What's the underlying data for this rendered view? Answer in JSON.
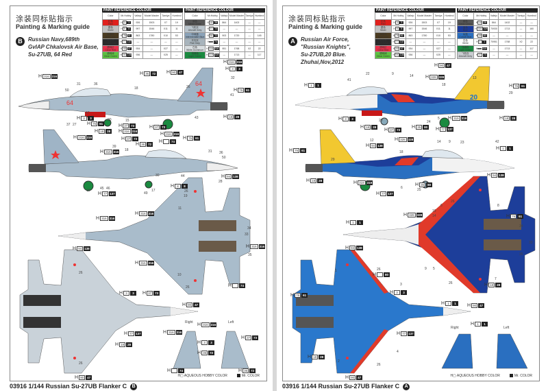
{
  "pages": {
    "B": {
      "title_cn": "涂装同标贴指示",
      "title_en": "Painting & Marking guide",
      "badge": "B",
      "subtitle": "Russian Navy,689th\nGvIAP Chkalovsk Air Base,\nSu-27UB, 64 Red",
      "footer": "03916 1/144 Russian Su-27UB Flanker C",
      "legend_h": "AQUEOUS HOBBY COLOR",
      "legend_mr": "Mr. COLOR",
      "tables": [
        {
          "title": "PAINT REFERENCE COLOUR",
          "headers": [
            "Color",
            "Mr.Hobby",
            "Vallejo",
            "Model Master",
            "Tamiya",
            "Humbrol"
          ],
          "rows": [
            {
              "cn": "红色",
              "name": "Red",
              "swatch": "#e0201c",
              "h": "3",
              "mr": "3",
              "vallejo": "926",
              "mm": "1503",
              "tamiya": "X7",
              "humbrol": "19"
            },
            {
              "cn": "银色",
              "name": "Silver",
              "swatch": "#c0c0c0",
              "h": "8",
              "mr": "8",
              "vallejo": "997",
              "mm": "1546",
              "tamiya": "X11",
              "humbrol": "11"
            },
            {
              "cn": "烧铁色",
              "name": "Burnt Iron",
              "swatch": "#4a3a20",
              "h": "76",
              "mr": "61",
              "vallejo": "863",
              "mm": "1780",
              "tamiya": "X10",
              "humbrol": "53"
            },
            {
              "cn": "轮胎黑",
              "name": "Tire Black",
              "swatch": "#2a2a2a",
              "h": "77",
              "mr": "137",
              "vallejo": "—",
              "mm": "—",
              "tamiya": "—",
              "humbrol": "—"
            },
            {
              "cn": "透明红",
              "name": "Clear Red",
              "swatch": "#e8304a",
              "h": "90",
              "mr": "47",
              "vallejo": "934",
              "mm": "—",
              "tamiya": "X27",
              "humbrol": "—"
            },
            {
              "cn": "透明绿",
              "name": "Clear Green",
              "swatch": "#5cc040",
              "h": "94",
              "mr": "138",
              "vallejo": "936",
              "mm": "—",
              "tamiya": "X25",
              "humbrol": "—"
            }
          ]
        },
        {
          "title": "PAINT REFERENCE COLOUR",
          "headers": [
            "Color",
            "Mr.Hobby",
            "Vallejo",
            "Model Master",
            "Tamiya",
            "Humbrol"
          ],
          "rows": [
            {
              "cn": "钢色",
              "name": "Metal Green",
              "swatch": "#555555",
              "h": "18",
              "mr": "28",
              "vallejo": "864",
              "mm": "1402",
              "tamiya": "—",
              "humbrol": "—"
            },
            {
              "cn": "飞机灰",
              "name": "Aircraft Grey",
              "swatch": "#b9c4cc",
              "h": "37",
              "mr": "73",
              "vallejo": "—",
              "mm": "—",
              "tamiya": "—",
              "humbrol": "—"
            },
            {
              "cn": "中间蓝",
              "name": "Intermediate Blue",
              "swatch": "#8aa2b8",
              "h": "36",
              "mr": "72",
              "vallejo": "903",
              "mm": "1720",
              "tamiya": "—",
              "humbrol": "145"
            },
            {
              "cn": "平光灰",
              "name": "Flat Grey",
              "swatch": "#a8b4bc",
              "h": "",
              "mr": "74",
              "vallejo": "—",
              "mm": "—",
              "tamiya": "—",
              "humbrol": "—"
            },
            {
              "cn": "白色",
              "name": "White Aluminum",
              "swatch": "#d8dde0",
              "h": "316",
              "mr": "316",
              "vallejo": "951",
              "mm": "1768",
              "tamiya": "X2",
              "humbrol": "22"
            },
            {
              "cn": "浅绿色",
              "name": "Light Green",
              "swatch": "#1a8a40",
              "h": "319",
              "mr": "319",
              "vallejo": "—",
              "mm": "1713",
              "tamiya": "—",
              "humbrol": "117"
            }
          ]
        }
      ],
      "callouts": [
        {
          "h": "316",
          "mr": "316"
        },
        {
          "h": "316",
          "mr": "316"
        },
        {
          "h": "3",
          "mr": "3"
        },
        {
          "h": "36",
          "mr": "72"
        },
        {
          "h": "90",
          "mr": "47"
        },
        {
          "h": "76",
          "mr": "61"
        },
        {
          "h": "18",
          "mr": "28"
        },
        {
          "h": "3",
          "mr": "3"
        },
        {
          "h": "76",
          "mr": "61"
        },
        {
          "h": "37",
          "mr": "73"
        },
        {
          "h": "18",
          "mr": "28"
        },
        {
          "h": "316",
          "mr": "316"
        },
        {
          "h": "37",
          "mr": "73"
        },
        {
          "h": "316",
          "mr": "316"
        },
        {
          "h": "316",
          "mr": "316"
        },
        {
          "h": "316",
          "mr": "316"
        },
        {
          "h": "37",
          "mr": "73"
        },
        {
          "h": "36",
          "mr": "72"
        },
        {
          "h": "",
          "mr": "74"
        },
        {
          "h": "76",
          "mr": "61"
        },
        {
          "h": "94",
          "mr": "138"
        },
        {
          "h": "8",
          "mr": "8"
        },
        {
          "h": "77",
          "mr": "137"
        },
        {
          "h": "316",
          "mr": "316"
        },
        {
          "h": "316",
          "mr": "316"
        },
        {
          "h": "316",
          "mr": "316"
        },
        {
          "h": "316",
          "mr": "316"
        },
        {
          "h": "",
          "mr": "74"
        },
        {
          "h": "90",
          "mr": "47"
        },
        {
          "h": "94",
          "mr": "138"
        },
        {
          "h": "3",
          "mr": "3"
        },
        {
          "h": "37",
          "mr": "73"
        },
        {
          "h": "77",
          "mr": "137"
        },
        {
          "h": "18",
          "mr": "28"
        },
        {
          "h": "316",
          "mr": "316"
        },
        {
          "h": "316",
          "mr": "316"
        },
        {
          "h": "3",
          "mr": "3"
        },
        {
          "h": "36",
          "mr": "72"
        },
        {
          "h": "",
          "mr": "74"
        },
        {
          "h": "37",
          "mr": "73"
        },
        {
          "h": "36",
          "mr": "72"
        },
        {
          "h": "90",
          "mr": "47"
        }
      ],
      "numbers": [
        "31",
        "36",
        "50",
        "37",
        "27",
        "47",
        "20",
        "18",
        "15",
        "43",
        "26",
        "32",
        "41",
        "39",
        "18",
        "31",
        "36",
        "50",
        "28",
        "30",
        "44",
        "15",
        "45",
        "46",
        "49",
        "17",
        "26",
        "19",
        "11",
        "34",
        "33",
        "35",
        "10",
        "26",
        "26",
        "26"
      ],
      "fin_labels": [
        "Right",
        "Left"
      ],
      "tail_code": "64"
    },
    "A": {
      "title_cn": "涂装同标贴指示",
      "title_en": "Painting & Marking guide",
      "badge": "A",
      "subtitle": "Russian Air Force,\n\"Russian Knights\",\nSu-27UB,20 Blue.\nZhuhai,Nov,2012",
      "footer": "03916 1/144 Russian Su-27UB Flanker C",
      "legend_h": "AQUEOUS HOBBY COLOR",
      "legend_mr": "Mr. COLOR",
      "tables": [
        {
          "title": "PAINT REFERENCE COLOUR",
          "headers": [
            "Color",
            "Mr.Hobby",
            "Vallejo",
            "Model Master",
            "Tamiya",
            "Humbrol"
          ],
          "rows": [
            {
              "cn": "红色",
              "name": "Red",
              "swatch": "#e0201c",
              "h": "3",
              "mr": "3",
              "vallejo": "926",
              "mm": "1503",
              "tamiya": "X7",
              "humbrol": "19"
            },
            {
              "cn": "银色",
              "name": "Silver",
              "swatch": "#c0c0c0",
              "h": "8",
              "mr": "8",
              "vallejo": "997",
              "mm": "1546",
              "tamiya": "X11",
              "humbrol": "11"
            },
            {
              "cn": "烧铁色",
              "name": "Burnt Iron",
              "swatch": "#4a3a20",
              "h": "76",
              "mr": "61",
              "vallejo": "863",
              "mm": "1780",
              "tamiya": "X10",
              "humbrol": "53"
            },
            {
              "cn": "轮胎黑",
              "name": "Tire Black",
              "swatch": "#2a2a2a",
              "h": "77",
              "mr": "137",
              "vallejo": "—",
              "mm": "—",
              "tamiya": "—",
              "humbrol": "—"
            },
            {
              "cn": "透明红",
              "name": "Clear Red",
              "swatch": "#e8304a",
              "h": "90",
              "mr": "47",
              "vallejo": "934",
              "mm": "—",
              "tamiya": "X27",
              "humbrol": "—"
            },
            {
              "cn": "透明绿",
              "name": "Clear Green",
              "swatch": "#5cc040",
              "h": "94",
              "mr": "138",
              "vallejo": "936",
              "mm": "—",
              "tamiya": "X25",
              "humbrol": "—"
            }
          ]
        },
        {
          "title": "PAINT REFERENCE COLOUR",
          "headers": [
            "Color",
            "Mr.Hobby",
            "Vallejo",
            "Model Master",
            "Tamiya",
            "Humbrol"
          ],
          "rows": [
            {
              "cn": "钢色",
              "name": "Metal Green",
              "swatch": "#555555",
              "h": "18",
              "mr": "28",
              "vallejo": "864",
              "mm": "1402",
              "tamiya": "—",
              "humbrol": "—"
            },
            {
              "cn": "蓝色",
              "name": "Blue",
              "swatch": "#1a3a9a",
              "h": "328",
              "mr": "328",
              "vallejo": "70930",
              "mm": "1713",
              "tamiya": "—",
              "humbrol": "160"
            },
            {
              "cn": "钴蓝",
              "name": "Cobalt Blue",
              "swatch": "#2a6fc0",
              "h": "35",
              "mr": "80",
              "vallejo": "—",
              "mm": "—",
              "tamiya": "—",
              "humbrol": "—"
            },
            {
              "cn": "白色",
              "name": "White",
              "swatch": "#ffffff",
              "h": "1",
              "mr": "1",
              "vallejo": "70951",
              "mm": "1768",
              "tamiya": "X2",
              "humbrol": "22"
            },
            {
              "cn": "浅绿色",
              "name": "Light Green",
              "swatch": "#1a8a40",
              "h": "",
              "mr": "319",
              "vallejo": "—",
              "mm": "1713",
              "tamiya": "—",
              "humbrol": "117"
            },
            {
              "cn": "飞机灰",
              "name": "Aircraft Grey",
              "swatch": "#c8ccd0",
              "h": "37",
              "mr": "73",
              "vallejo": "—",
              "mm": "—",
              "tamiya": "—",
              "humbrol": "—"
            }
          ]
        }
      ],
      "callouts": [
        {
          "h": "1",
          "mr": "1"
        },
        {
          "h": "90",
          "mr": "47"
        },
        {
          "h": "328",
          "mr": "328"
        },
        {
          "h": "76",
          "mr": "61"
        },
        {
          "h": "18",
          "mr": "28"
        },
        {
          "h": "3",
          "mr": "3"
        },
        {
          "h": "18",
          "mr": "28"
        },
        {
          "h": "37",
          "mr": "73"
        },
        {
          "h": "35",
          "mr": "80"
        },
        {
          "h": "319",
          "mr": "319"
        },
        {
          "h": "77",
          "mr": "137"
        },
        {
          "h": "328",
          "mr": "328"
        },
        {
          "h": "94",
          "mr": "138"
        },
        {
          "h": "76",
          "mr": "61"
        },
        {
          "h": "1",
          "mr": "1"
        },
        {
          "h": "18",
          "mr": "28"
        },
        {
          "h": "319",
          "mr": "319"
        },
        {
          "h": "35",
          "mr": "80"
        },
        {
          "h": "94",
          "mr": "138"
        },
        {
          "h": "77",
          "mr": "137"
        },
        {
          "h": "328",
          "mr": "328"
        },
        {
          "h": "1",
          "mr": "1"
        },
        {
          "h": "76",
          "mr": "61"
        },
        {
          "h": "94",
          "mr": "138"
        },
        {
          "h": "",
          "mr": "80"
        },
        {
          "h": "3",
          "mr": "3"
        },
        {
          "h": "76",
          "mr": "61"
        },
        {
          "h": "1",
          "mr": "1"
        },
        {
          "h": "90",
          "mr": "47"
        },
        {
          "h": "77",
          "mr": "137"
        },
        {
          "h": "18",
          "mr": "28"
        },
        {
          "h": "18",
          "mr": "28"
        },
        {
          "h": "1",
          "mr": "1"
        },
        {
          "h": "90",
          "mr": "47"
        }
      ],
      "numbers": [
        "22",
        "9",
        "14",
        "41",
        "13",
        "29",
        "18",
        "20",
        "24",
        "5",
        "12",
        "14",
        "9",
        "23",
        "42",
        "18",
        "29",
        "6",
        "25",
        "26",
        "6",
        "19",
        "14",
        "8",
        "34",
        "33",
        "35",
        "9",
        "5",
        "7",
        "26",
        "1",
        "26",
        "3",
        "2",
        "4",
        "26"
      ],
      "fin_labels": [
        "Right",
        "Left"
      ],
      "tail_code": "20"
    }
  }
}
